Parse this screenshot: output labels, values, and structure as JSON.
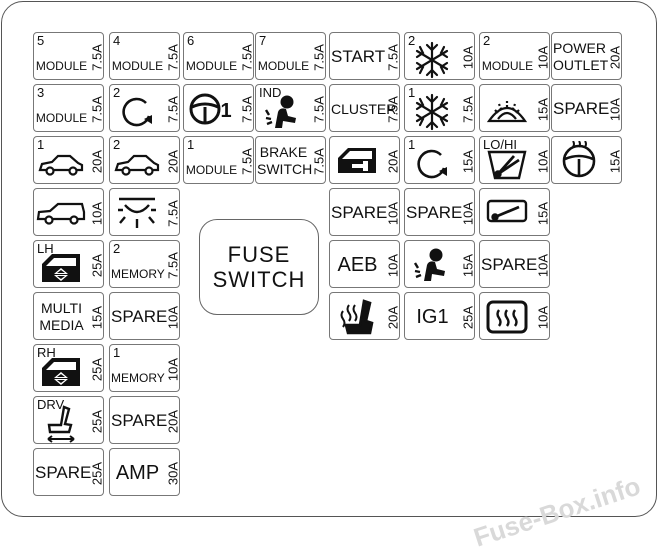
{
  "fuse_switch": {
    "line1": "FUSE",
    "line2": "SWITCH"
  },
  "watermark": "Fuse-Box.info",
  "fuses": [
    {
      "num": "5",
      "label": "MODULE",
      "amp": "7.5A"
    },
    {
      "num": "4",
      "label": "MODULE",
      "amp": "7.5A"
    },
    {
      "num": "6",
      "label": "MODULE",
      "amp": "7.5A"
    },
    {
      "num": "7",
      "label": "MODULE",
      "amp": "7.5A"
    },
    {
      "label": "START",
      "amp": "7.5A"
    },
    {
      "num": "2",
      "icon": "defroster-icon",
      "amp": "10A"
    },
    {
      "num": "2",
      "label": "MODULE",
      "amp": "10A"
    },
    {
      "label": "POWER\nOUTLET",
      "amp": "20A"
    },
    {
      "num": "3",
      "label": "MODULE",
      "amp": "7.5A"
    },
    {
      "num": "2",
      "icon": "rotation-icon",
      "amp": "7.5A"
    },
    {
      "icon": "steering-wheel-icon",
      "extra": "1",
      "amp": "7.5A"
    },
    {
      "num": "IND",
      "icon": "airbag-icon",
      "amp": "7.5A"
    },
    {
      "label": "CLUSTER",
      "amp": "7.5A"
    },
    {
      "num": "1",
      "icon": "defroster-icon",
      "amp": "7.5A"
    },
    {
      "icon": "washer-icon",
      "amp": "15A"
    },
    {
      "label": "SPARE",
      "amp": "10A"
    },
    {
      "num": "1",
      "icon": "sedan-icon",
      "amp": "20A"
    },
    {
      "num": "2",
      "icon": "sedan-icon",
      "amp": "20A"
    },
    {
      "num": "1",
      "label": "MODULE",
      "amp": "7.5A"
    },
    {
      "label": "BRAKE\nSWITCH",
      "amp": "7.5A"
    },
    {
      "icon": "door-lock-icon",
      "amp": "20A"
    },
    {
      "num": "1",
      "icon": "rotation-icon",
      "amp": "15A"
    },
    {
      "num": "LO/HI",
      "icon": "wiper-icon",
      "amp": "10A"
    },
    {
      "icon": "heated-steering-icon",
      "amp": "15A"
    },
    {
      "icon": "suv-icon",
      "amp": "10A"
    },
    {
      "icon": "room-lamp-icon",
      "amp": "7.5A"
    },
    {
      "label": "SPARE",
      "amp": "10A"
    },
    {
      "label": "SPARE",
      "amp": "10A"
    },
    {
      "icon": "rear-wiper-icon",
      "amp": "15A"
    },
    {
      "num": "LH",
      "icon": "power-window-icon",
      "amp": "25A"
    },
    {
      "num": "2",
      "label": "MEMORY",
      "amp": "7.5A"
    },
    {
      "label": "AEB",
      "amp": "10A"
    },
    {
      "icon": "airbag-icon",
      "amp": "15A"
    },
    {
      "label": "SPARE",
      "amp": "10A"
    },
    {
      "label": "MULTI\nMEDIA",
      "amp": "15A"
    },
    {
      "label": "SPARE",
      "amp": "10A"
    },
    {
      "icon": "heated-seat-icon",
      "amp": "20A"
    },
    {
      "label": "IG1",
      "amp": "25A"
    },
    {
      "icon": "rear-defogger-icon",
      "amp": "10A"
    },
    {
      "num": "RH",
      "icon": "power-window-icon",
      "amp": "25A"
    },
    {
      "num": "1",
      "label": "MEMORY",
      "amp": "10A"
    },
    {
      "num": "DRV",
      "icon": "power-seat-icon",
      "amp": "25A"
    },
    {
      "label": "SPARE",
      "amp": "20A"
    },
    {
      "label": "SPARE",
      "amp": "25A"
    },
    {
      "label": "AMP",
      "amp": "30A"
    }
  ]
}
